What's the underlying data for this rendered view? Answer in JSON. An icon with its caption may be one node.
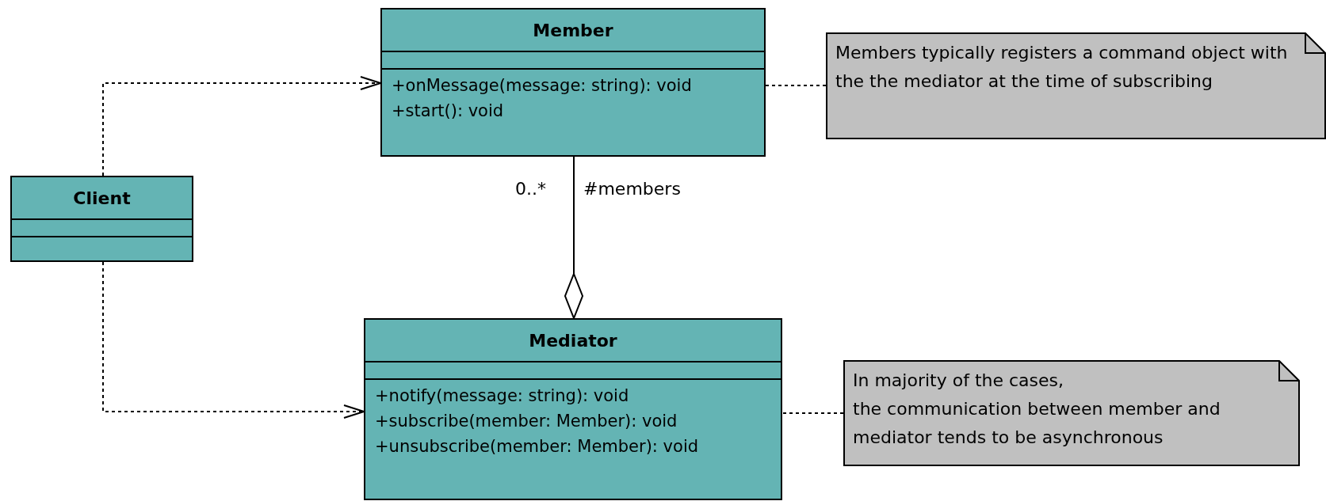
{
  "diagram": {
    "nodes": [
      {
        "text": [
          "Member",
          "+onMessage(message: string): void",
          "+start(): void"
        ]
      },
      {
        "text": [
          "Client"
        ]
      },
      {
        "text": [
          "Mediator",
          "+notify(message: string): void",
          "+subscribe(member: Member): void",
          "+unsubscribe(member: Member): void"
        ]
      },
      {
        "text": [
          "Members typically registers a command object with the the mediator at the time of subscribing"
        ]
      },
      {
        "text": [
          "In majority of the cases,",
          "the communication between member and mediator tends to be asynchronous"
        ]
      }
    ],
    "edges": [
      {
        "from": 1,
        "to": 0,
        "arrow": "to",
        "style": "dashed"
      },
      {
        "from": 1,
        "to": 2,
        "arrow": "to",
        "style": "dashed"
      },
      {
        "from": 0,
        "to": 2,
        "arrow": "other",
        "label": "#members"
      },
      {
        "from": 3,
        "to": 0,
        "arrow": "none",
        "style": "dashed"
      },
      {
        "from": 4,
        "to": 2,
        "arrow": "none",
        "style": "dashed"
      }
    ],
    "labels": [
      "0..*"
    ]
  }
}
